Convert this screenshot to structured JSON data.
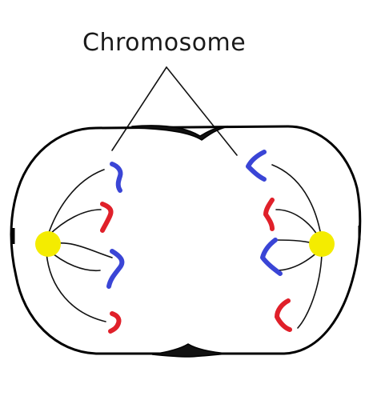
{
  "diagram": {
    "label": "Chromosome",
    "colors": {
      "blue": "#3a45d6",
      "red": "#e0202a",
      "yellow": "#f4ec00",
      "outline": "#000000"
    },
    "chromosomes_per_side": 4,
    "chromosome_colors_left": [
      "blue",
      "red",
      "blue",
      "red"
    ],
    "chromosome_colors_right": [
      "blue",
      "red",
      "blue",
      "red"
    ]
  }
}
